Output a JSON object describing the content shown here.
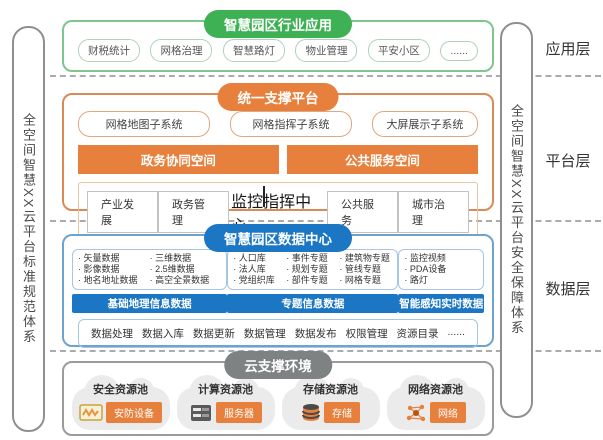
{
  "colors": {
    "green": "#3eb155",
    "orange": "#e8803d",
    "blue": "#1b76c4",
    "gray": "#7e8282"
  },
  "side_bars": {
    "left": "全空间智慧XX云平台标准规范体系",
    "right": "全空间智慧XX云平台安全保障体系"
  },
  "layers": {
    "app": "应用层",
    "platform": "平台层",
    "data": "数据层"
  },
  "app_section": {
    "title": "智慧园区行业应用",
    "items": [
      "财税统计",
      "网格治理",
      "智慧路灯",
      "物业管理",
      "平安小区",
      "......"
    ]
  },
  "platform_section": {
    "title": "统一支撑平台",
    "subsystems": [
      "网格地图子系统",
      "网格指挥子系统",
      "大屏展示子系统"
    ],
    "spaces": [
      "政务协同空间",
      "公共服务空间"
    ],
    "domains": [
      "产业发展",
      "政务管理",
      "监控指挥中心",
      "公共服务",
      "城市治理"
    ]
  },
  "data_section": {
    "title": "智慧园区数据中心",
    "groups": [
      {
        "label": "基础地理信息数据",
        "items": [
          "矢量数据",
          "三维数据",
          "影像数据",
          "2.5维数据",
          "地名地址数据",
          "高空全景数据"
        ]
      },
      {
        "label": "专题信息数据",
        "items": [
          "人口库",
          "事件专题",
          "建筑物专题",
          "法人库",
          "规划专题",
          "管线专题",
          "党组织库",
          "部件专题",
          "网格专题"
        ]
      },
      {
        "label": "智能感知实时数据",
        "items": [
          "监控视频",
          "PDA设备",
          "路灯"
        ]
      }
    ],
    "functions": [
      "数据处理",
      "数据入库",
      "数据更新",
      "数据管理",
      "数据发布",
      "权限管理",
      "资源目录",
      "......"
    ]
  },
  "cloud_section": {
    "title": "云支撑环境",
    "pools": [
      {
        "name": "安全资源池",
        "device": "安防设备",
        "icon": "monitor-wave-icon"
      },
      {
        "name": "计算资源池",
        "device": "服务器",
        "icon": "server-icon"
      },
      {
        "name": "存储资源池",
        "device": "存储",
        "icon": "database-icon"
      },
      {
        "name": "网络资源池",
        "device": "网络",
        "icon": "network-icon"
      }
    ]
  }
}
